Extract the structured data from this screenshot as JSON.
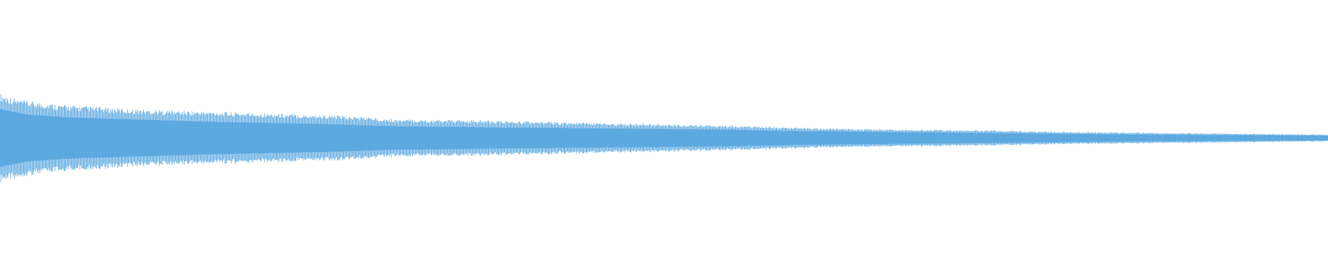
{
  "chart_data": {
    "type": "area",
    "title": "",
    "xlabel": "",
    "ylabel": "",
    "ylim": [
      -1,
      1
    ],
    "grid": false,
    "legend": "none",
    "color": "#5DA9E0",
    "series": [
      {
        "x": [
          0,
          0.01,
          0.02,
          0.05,
          0.1,
          0.15,
          0.2,
          0.25,
          0.28,
          0.3,
          0.35,
          0.38,
          0.4,
          0.45,
          0.5,
          0.55,
          0.6,
          0.65,
          0.7,
          0.75,
          0.8,
          0.85,
          0.9,
          0.95,
          1.0
        ],
        "upper": [
          0.65,
          0.58,
          0.54,
          0.48,
          0.42,
          0.39,
          0.36,
          0.33,
          0.3,
          0.27,
          0.26,
          0.25,
          0.24,
          0.22,
          0.2,
          0.18,
          0.15,
          0.13,
          0.12,
          0.11,
          0.09,
          0.08,
          0.07,
          0.06,
          0.05
        ],
        "lower": [
          -0.65,
          -0.6,
          -0.55,
          -0.48,
          -0.42,
          -0.38,
          -0.36,
          -0.33,
          -0.3,
          -0.27,
          -0.26,
          -0.25,
          -0.24,
          -0.22,
          -0.2,
          -0.18,
          -0.15,
          -0.13,
          -0.12,
          -0.11,
          -0.09,
          -0.08,
          -0.07,
          -0.06,
          -0.05
        ],
        "core": [
          0.42,
          0.38,
          0.34,
          0.3,
          0.27,
          0.24,
          0.22,
          0.2,
          0.18,
          0.17,
          0.16,
          0.15,
          0.15,
          0.14,
          0.13,
          0.12,
          0.1,
          0.09,
          0.08,
          0.07,
          0.06,
          0.05,
          0.045,
          0.04,
          0.035
        ]
      }
    ]
  }
}
